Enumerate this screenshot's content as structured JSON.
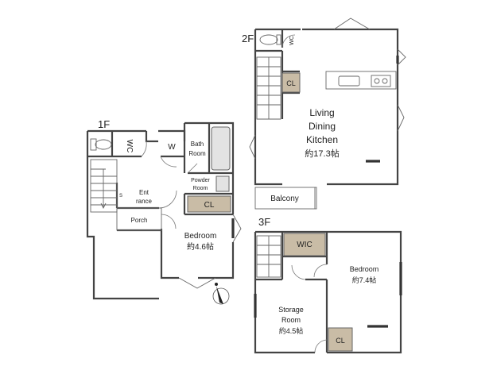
{
  "floors": {
    "first": {
      "label": "1F"
    },
    "second": {
      "label": "2F"
    },
    "third": {
      "label": "3F"
    }
  },
  "rooms": {
    "f1_wc": "WC",
    "f1_w": "W",
    "f1_bath_l1": "Bath",
    "f1_bath_l2": "Room",
    "f1_powder_l1": "Powder",
    "f1_powder_l2": "Room",
    "f1_entrance_l1": "Ent",
    "f1_entrance_l2": "rance",
    "f1_porch": "Porch",
    "f1_cl": "CL",
    "f1_bedroom": "Bedroom",
    "f1_bedroom_size": "約4.6帖",
    "f1_storage_mark": "S",
    "f2_wc": "WC",
    "f2_cl": "CL",
    "f2_ldk_l1": "Living",
    "f2_ldk_l2": "Dining",
    "f2_ldk_l3": "Kitchen",
    "f2_ldk_size": "約17.3帖",
    "f2_balcony": "Balcony",
    "f3_wic": "WIC",
    "f3_bedroom": "Bedroom",
    "f3_bedroom_size": "約7.4帖",
    "f3_storage_l1": "Storage",
    "f3_storage_l2": "Room",
    "f3_storage_size": "約4.5帖",
    "f3_cl": "CL"
  },
  "colors": {
    "closet_fill": "#c9bca6",
    "wall": "#444444",
    "fixture_fill": "#e3e3e3"
  },
  "icons": [
    "compass-icon",
    "toilet-icon",
    "bathtub-icon",
    "sink-icon",
    "stove-icon",
    "stairs-icon"
  ]
}
